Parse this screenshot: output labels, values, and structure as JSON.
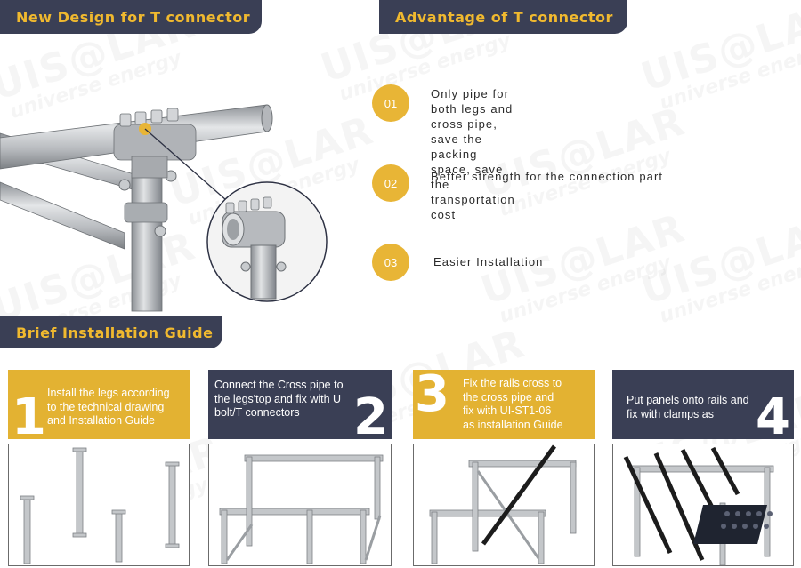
{
  "sections": {
    "new_design_title": "New Design for T connector",
    "advantage_title": "Advantage of T connector",
    "guide_title": "Brief Installation Guide"
  },
  "watermark": {
    "brand": "UIS@LAR",
    "tagline": "universe energy"
  },
  "advantages": [
    {
      "num": "01",
      "text": "Only pipe for both legs and cross pipe, save the\npacking space, save the transportation cost"
    },
    {
      "num": "02",
      "text": "Better strength for the connection part"
    },
    {
      "num": "03",
      "text": "Easier Installation"
    }
  ],
  "steps": [
    {
      "num": "1",
      "text": "Install the legs according\nto the technical drawing\nand Installation Guide"
    },
    {
      "num": "2",
      "text": "Connect the Cross pipe to\nthe legs'top and fix with U\nbolt/T connectors"
    },
    {
      "num": "3",
      "text": "Fix the rails cross to\nthe cross pipe and\nfix with UI-ST1-06\nas installation Guide"
    },
    {
      "num": "4",
      "text": "Put panels onto rails and\nfix with clamps as"
    }
  ],
  "colors": {
    "navy": "#3a3f55",
    "gold": "#e3b232",
    "gold_text": "#f0b92f",
    "steel": "#b9bcc0"
  }
}
